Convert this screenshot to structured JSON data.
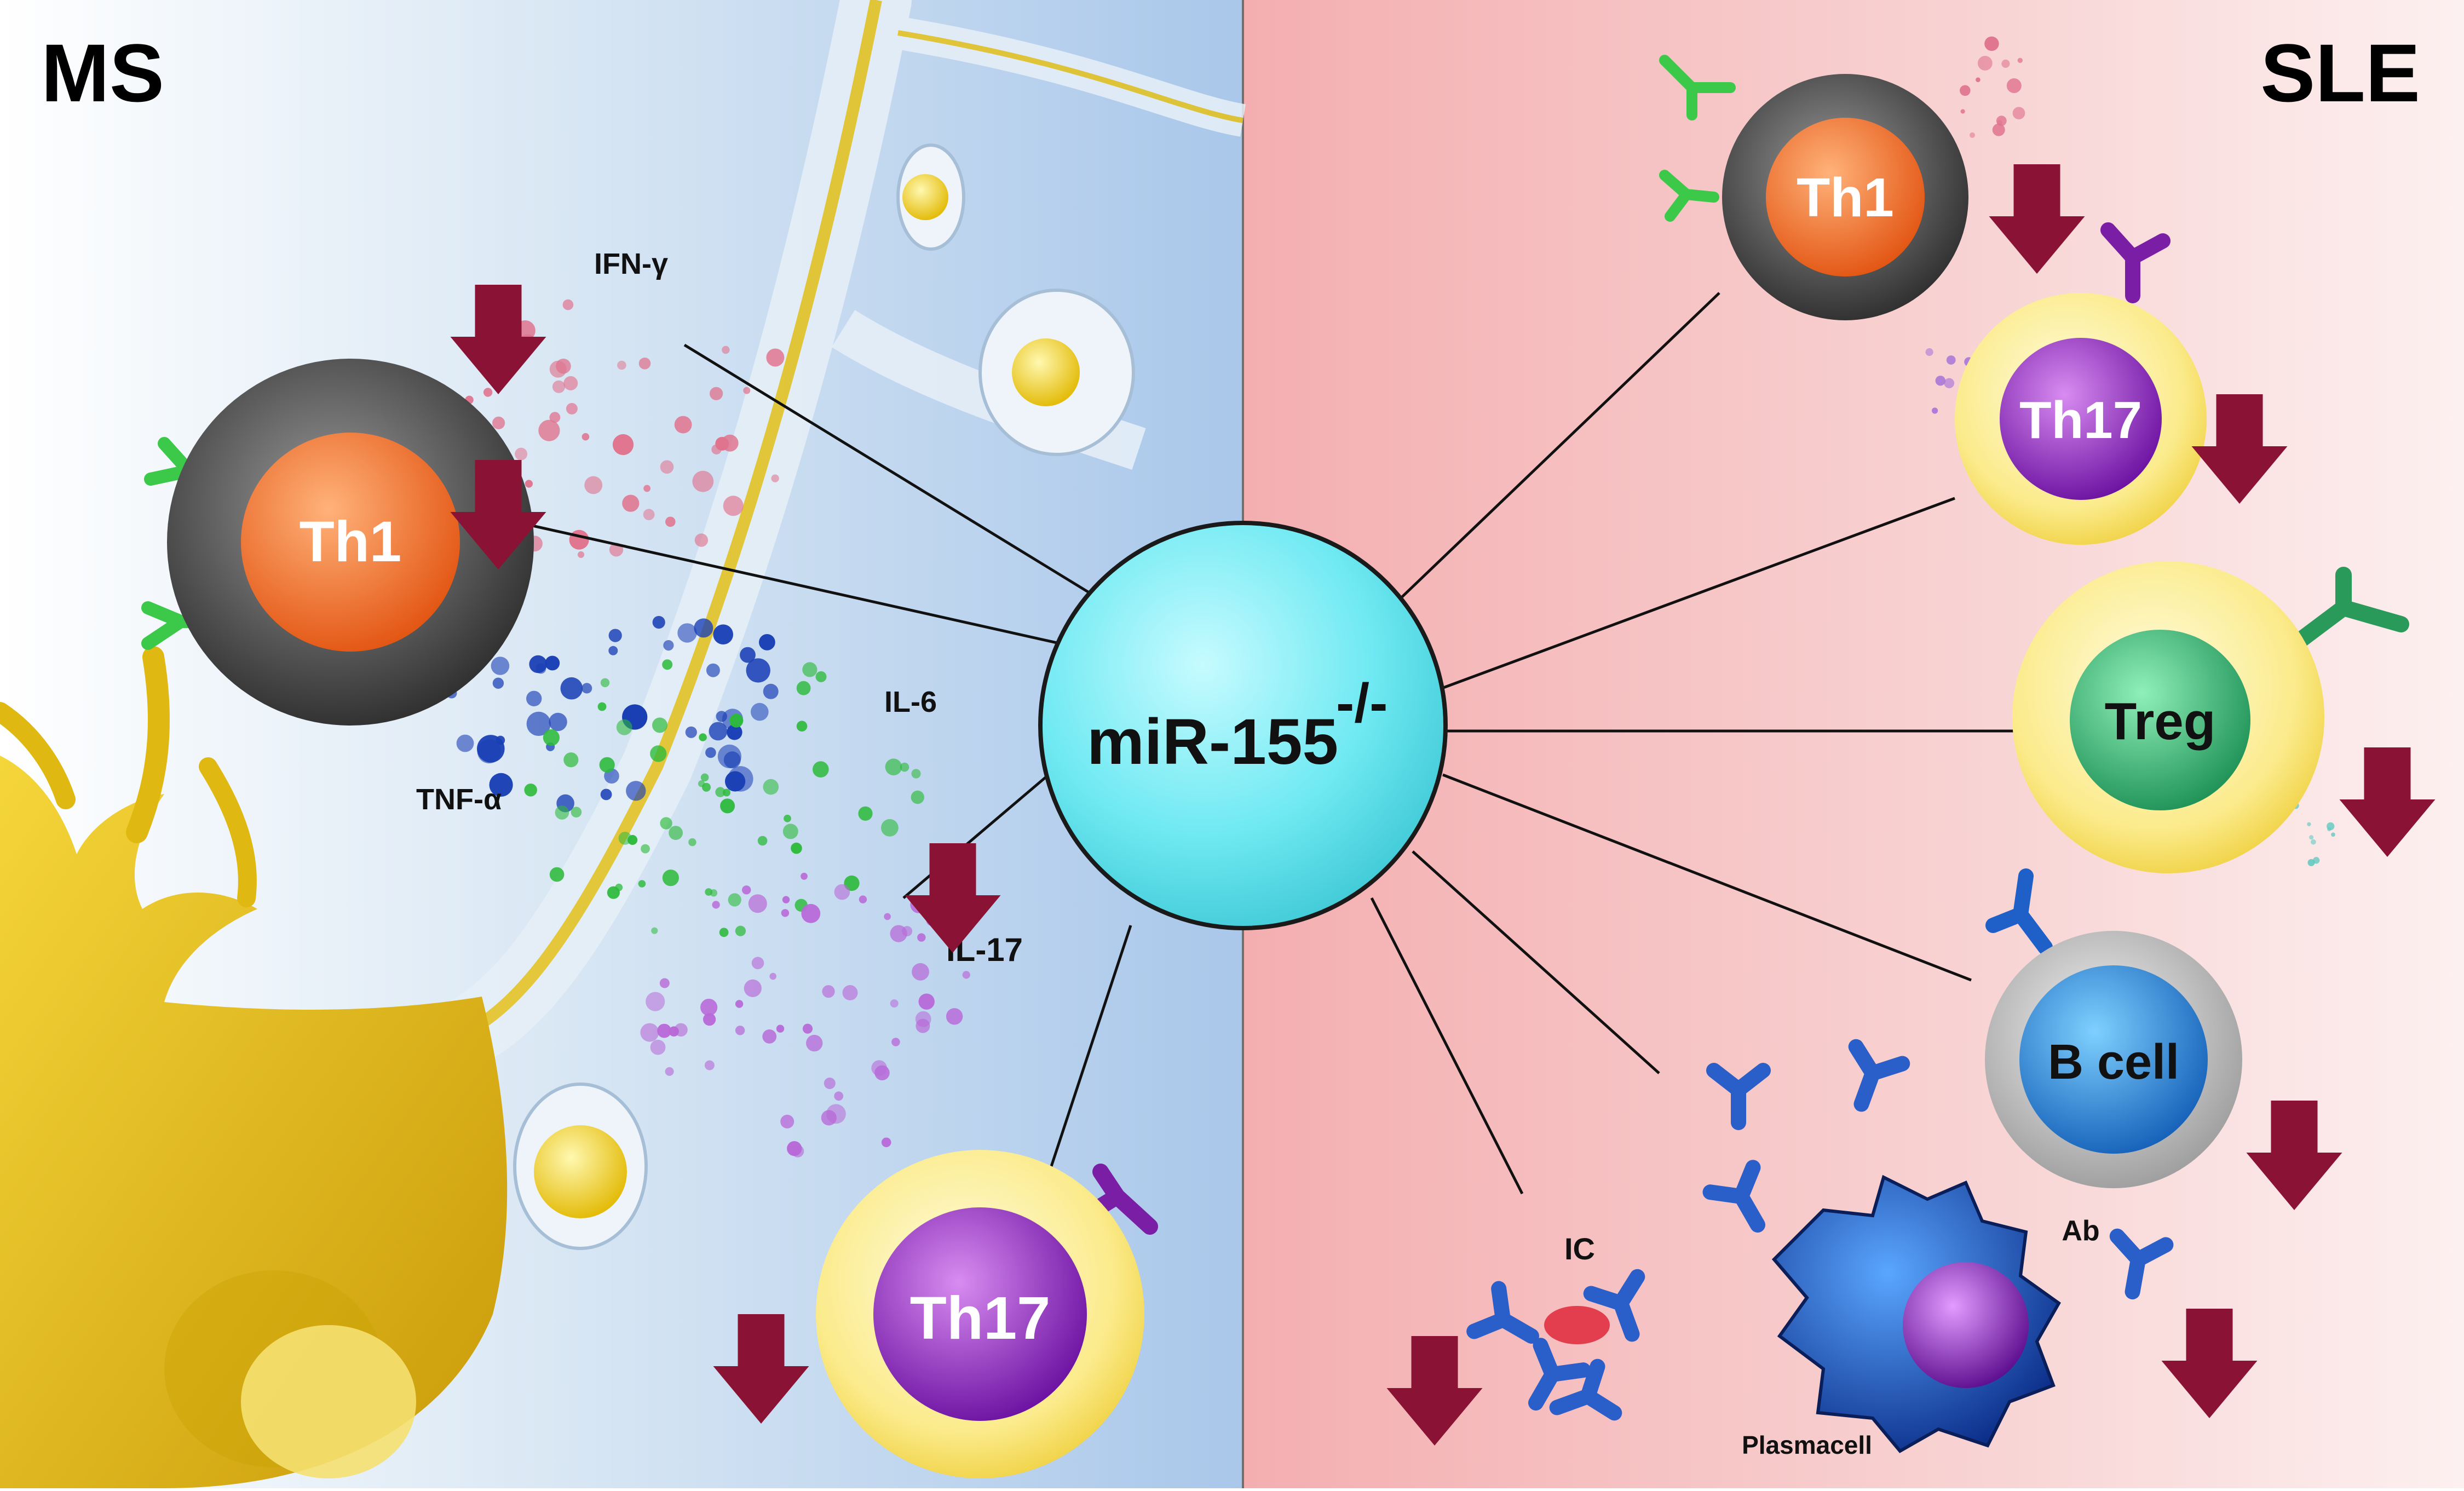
{
  "panels": {
    "left_title": "MS",
    "right_title": "SLE"
  },
  "center": {
    "label_main": "miR-155",
    "label_sup": "-/-"
  },
  "ms": {
    "cells": {
      "th1": "Th1",
      "th17": "Th17"
    },
    "cytokines": {
      "ifn": "IFN-γ",
      "tnf": "TNF-α",
      "il6": "IL-6",
      "il17": "IL-17"
    }
  },
  "sle": {
    "cells": {
      "th1": "Th1",
      "th17": "Th17",
      "treg": "Treg",
      "bcell": "B cell",
      "plasma": "Plasmacell"
    },
    "labels": {
      "ic": "IC",
      "ab": "Ab"
    }
  },
  "colors": {
    "ms_background": "#c2d9ee",
    "sle_background": "#f6c3c3",
    "center_node": "#5fe3ee",
    "down_arrow": "#8a1234",
    "th1": "#f26522",
    "th17": "#8b1fb8",
    "treg": "#2aa86a",
    "bcell": "#1f7fd6",
    "neuron": "#e8c21a"
  },
  "icons": [
    "down-arrow-icon",
    "receptor-icon",
    "antibody-icon",
    "cytokine-dot-icon"
  ]
}
